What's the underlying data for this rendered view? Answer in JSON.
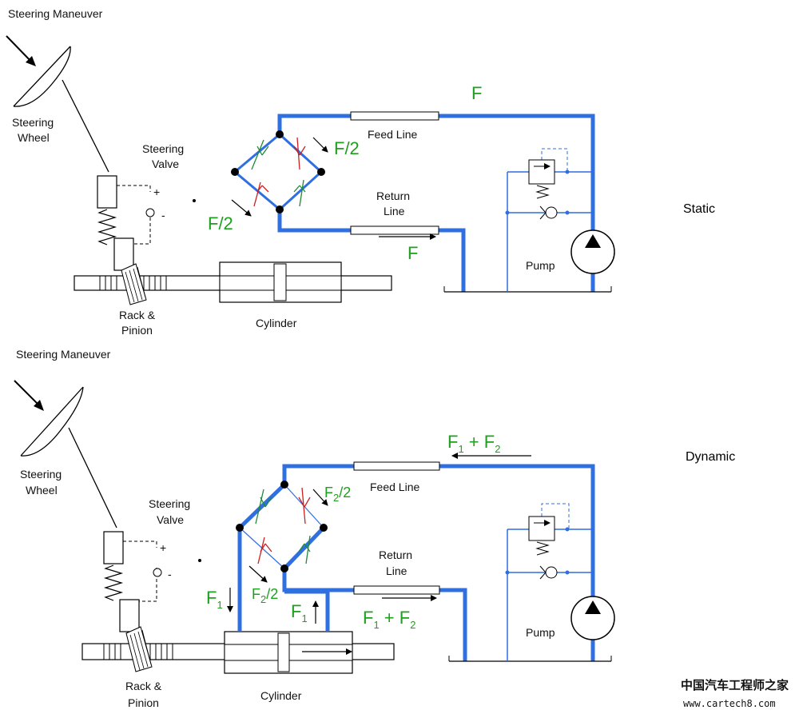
{
  "static": {
    "maneuver_label": "Steering Maneuver",
    "wheel_label": [
      "Steering",
      "Wheel"
    ],
    "valve_label": [
      "Steering",
      "Valve"
    ],
    "valve_plus": "+",
    "valve_minus": "-",
    "rack_label": [
      "Rack &",
      "Pinion"
    ],
    "cylinder_label": "Cylinder",
    "feed_label": "Feed Line",
    "return_label": [
      "Return",
      "Line"
    ],
    "pump_label": "Pump",
    "flow_top": "F",
    "flow_half_right": "F/2",
    "flow_half_left": "F/2",
    "flow_return": "F",
    "state_label": "Static"
  },
  "dynamic": {
    "maneuver_label": "Steering Maneuver",
    "wheel_label": [
      "Steering",
      "Wheel"
    ],
    "valve_label": [
      "Steering",
      "Valve"
    ],
    "valve_plus": "+",
    "valve_minus": "-",
    "rack_label": [
      "Rack &",
      "Pinion"
    ],
    "cylinder_label": "Cylinder",
    "feed_label": "Feed Line",
    "return_label": [
      "Return",
      "Line"
    ],
    "pump_label": "Pump",
    "flow_top": {
      "a": "F",
      "a_sub": "1",
      "op": " + ",
      "b": "F",
      "b_sub": "2"
    },
    "flow_half": {
      "a": "F",
      "a_sub": "2",
      "rest": "/2"
    },
    "flow_half_left": {
      "a": "F",
      "a_sub": "2",
      "rest": "/2"
    },
    "flow_f1_left": {
      "a": "F",
      "a_sub": "1"
    },
    "flow_f1_right": {
      "a": "F",
      "a_sub": "1"
    },
    "flow_return": {
      "a": "F",
      "a_sub": "1",
      "op": " + ",
      "b": "F",
      "b_sub": "2"
    },
    "state_label": "Dynamic"
  },
  "watermark": {
    "cn": "中国汽车工程师之家",
    "url": "www.cartech8.com"
  },
  "colors": {
    "line": "#2f6fe0",
    "flow_text": "#1ea01e",
    "arrow_red": "#cc1f1f",
    "arrow_green": "#1e8a3a"
  }
}
